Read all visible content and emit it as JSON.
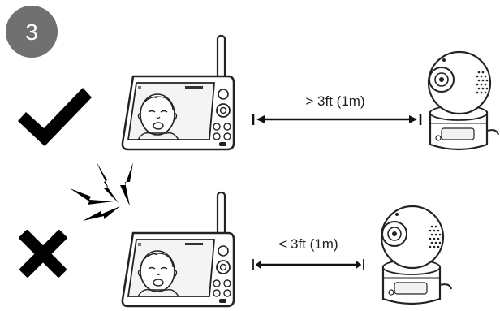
{
  "step": {
    "number": "3"
  },
  "rows": [
    {
      "status": "correct",
      "status_icon": "check-icon",
      "distance_label": "> 3ft (1m)"
    },
    {
      "status": "incorrect",
      "status_icon": "cross-icon",
      "distance_label": "< 3ft (1m)"
    }
  ],
  "colors": {
    "ink": "#222222",
    "badge": "#707070",
    "screen": "#f4f4f4"
  }
}
